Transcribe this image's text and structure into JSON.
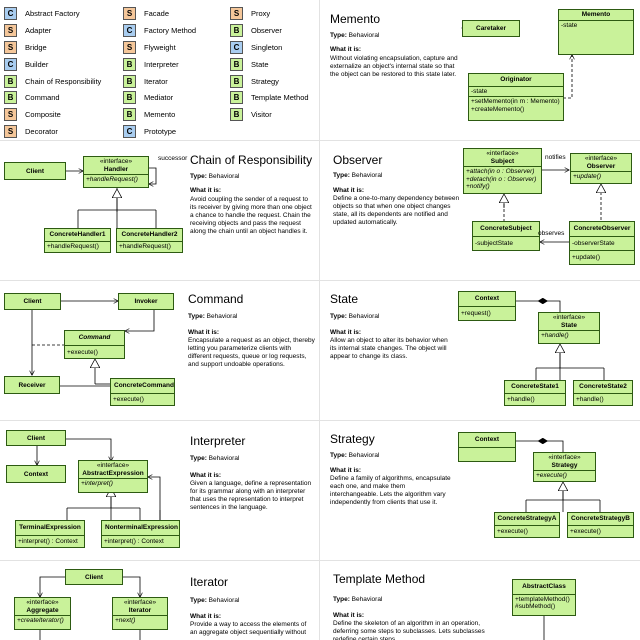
{
  "legend": [
    {
      "badge": "C",
      "label": "Abstract Factory",
      "color": "#a9cdf0"
    },
    {
      "badge": "S",
      "label": "Adapter",
      "color": "#f5c79a"
    },
    {
      "badge": "S",
      "label": "Bridge",
      "color": "#f5c79a"
    },
    {
      "badge": "C",
      "label": "Builder",
      "color": "#a9cdf0"
    },
    {
      "badge": "B",
      "label": "Chain of Responsibility",
      "color": "#c9f29a"
    },
    {
      "badge": "B",
      "label": "Command",
      "color": "#c9f29a"
    },
    {
      "badge": "S",
      "label": "Composite",
      "color": "#f5c79a"
    },
    {
      "badge": "S",
      "label": "Decorator",
      "color": "#f5c79a"
    },
    {
      "badge": "S",
      "label": "Facade",
      "color": "#f5c79a"
    },
    {
      "badge": "C",
      "label": "Factory Method",
      "color": "#a9cdf0"
    },
    {
      "badge": "S",
      "label": "Flyweight",
      "color": "#f5c79a"
    },
    {
      "badge": "B",
      "label": "Interpreter",
      "color": "#c9f29a"
    },
    {
      "badge": "B",
      "label": "Iterator",
      "color": "#c9f29a"
    },
    {
      "badge": "B",
      "label": "Mediator",
      "color": "#c9f29a"
    },
    {
      "badge": "B",
      "label": "Memento",
      "color": "#c9f29a"
    },
    {
      "badge": "C",
      "label": "Prototype",
      "color": "#a9cdf0"
    },
    {
      "badge": "S",
      "label": "Proxy",
      "color": "#f5c79a"
    },
    {
      "badge": "B",
      "label": "Observer",
      "color": "#c9f29a"
    },
    {
      "badge": "C",
      "label": "Singleton",
      "color": "#a9cdf0"
    },
    {
      "badge": "B",
      "label": "State",
      "color": "#c9f29a"
    },
    {
      "badge": "B",
      "label": "Strategy",
      "color": "#c9f29a"
    },
    {
      "badge": "B",
      "label": "Template Method",
      "color": "#c9f29a"
    },
    {
      "badge": "B",
      "label": "Visitor",
      "color": "#c9f29a"
    }
  ],
  "type_label": "Type:",
  "what_label": "What it is:",
  "sections": [
    {
      "title": "Memento",
      "type": "Behavioral",
      "desc": "Without violating encapsulation, capture and externalize an object's internal state so that the object can be restored to this state later."
    },
    {
      "title": "Chain of Responsibility",
      "type": "Behavioral",
      "desc": "Avoid coupling the sender of a request to its receiver by giving more than one object a chance to handle the request. Chain the receiving objects and pass the request along the chain until an object handles it."
    },
    {
      "title": "Observer",
      "type": "Behavioral",
      "desc": "Define a one-to-many dependency between objects so that when one object changes state, all its dependents are notified and updated automatically."
    },
    {
      "title": "Command",
      "type": "Behavioral",
      "desc": "Encapsulate a request as an object, thereby letting you parameterize clients with different requests, queue or log requests, and support undoable operations."
    },
    {
      "title": "State",
      "type": "Behavioral",
      "desc": "Allow an object to alter its behavior when its internal state changes. The object will appear to change its class."
    },
    {
      "title": "Interpreter",
      "type": "Behavioral",
      "desc": "Given a language, define a representation for its grammar along with an interpreter that uses the representation to interpret sentences in the language."
    },
    {
      "title": "Strategy",
      "type": "Behavioral",
      "desc": "Define a family of algorithms, encapsulate each one, and make them interchangeable. Lets the algorithm vary independently from clients that use it."
    },
    {
      "title": "Iterator",
      "type": "Behavioral",
      "desc": "Provide a way to access the elements of an aggregate object sequentially without"
    },
    {
      "title": "Template Method",
      "type": "Behavioral",
      "desc": "Define the skeleton of an algorithm in an operation, deferring some steps to subclasses. Lets subclasses redefine certain steps"
    }
  ],
  "uml": {
    "memento": {
      "caretaker": "Caretaker",
      "memento": {
        "name": "Memento",
        "attr": "-state"
      },
      "originator": {
        "name": "Originator",
        "attr": "-state",
        "op1": "+setMemento(in m : Memento)",
        "op2": "+createMemento()"
      }
    },
    "chain": {
      "client": "Client",
      "handler": {
        "stereo": "«interface»",
        "name": "Handler",
        "op": "+handleRequest()"
      },
      "successor": "successor",
      "h1": {
        "name": "ConcreteHandler1",
        "op": "+handleRequest()"
      },
      "h2": {
        "name": "ConcreteHandler2",
        "op": "+handleRequest()"
      }
    },
    "observer": {
      "subject": {
        "stereo": "«interface»",
        "name": "Subject",
        "op1": "+attach(in o : Observer)",
        "op2": "+detach(in o : Observer)",
        "op3": "+notify()"
      },
      "notifies": "notifies",
      "observer": {
        "stereo": "«interface»",
        "name": "Observer",
        "op": "+update()"
      },
      "cs": {
        "name": "ConcreteSubject",
        "attr": "-subjectState"
      },
      "observes": "observes",
      "co": {
        "name": "ConcreteObserver",
        "attr": "-observerState",
        "op": "+update()"
      }
    },
    "command": {
      "client": "Client",
      "invoker": "Invoker",
      "command": {
        "name": "Command",
        "op": "+execute()"
      },
      "receiver": "Receiver",
      "cc": {
        "name": "ConcreteCommand",
        "op": "+execute()"
      }
    },
    "state": {
      "context": {
        "name": "Context",
        "op": "+request()"
      },
      "state": {
        "stereo": "«interface»",
        "name": "State",
        "op": "+handle()"
      },
      "s1": {
        "name": "ConcreteState1",
        "op": "+handle()"
      },
      "s2": {
        "name": "ConcreteState2",
        "op": "+handle()"
      }
    },
    "interpreter": {
      "client": "Client",
      "context": "Context",
      "abstract": {
        "stereo": "«interface»",
        "name": "AbstractExpression",
        "op": "+interpret()"
      },
      "terminal": {
        "name": "TerminalExpression",
        "op": "+interpret() : Context"
      },
      "nonterminal": {
        "name": "NonterminalExpression",
        "op": "+interpret() : Context"
      }
    },
    "strategy": {
      "context": "Context",
      "strategy": {
        "stereo": "«interface»",
        "name": "Strategy",
        "op": "+execute()"
      },
      "a": {
        "name": "ConcreteStrategyA",
        "op": "+execute()"
      },
      "b": {
        "name": "ConcreteStrategyB",
        "op": "+execute()"
      }
    },
    "iterator": {
      "client": "Client",
      "aggregate": {
        "stereo": "«interface»",
        "name": "Aggregate",
        "op": "+createIterator()"
      },
      "iterator": {
        "stereo": "«interface»",
        "name": "Iterator",
        "op": "+next()"
      }
    },
    "template": {
      "abstract": {
        "name": "AbstractClass",
        "op1": "+templateMethod()",
        "op2": "#subMethod()"
      }
    }
  },
  "colors": {
    "uml_fill": "#c9f29a",
    "uml_border": "#2d5a12"
  }
}
